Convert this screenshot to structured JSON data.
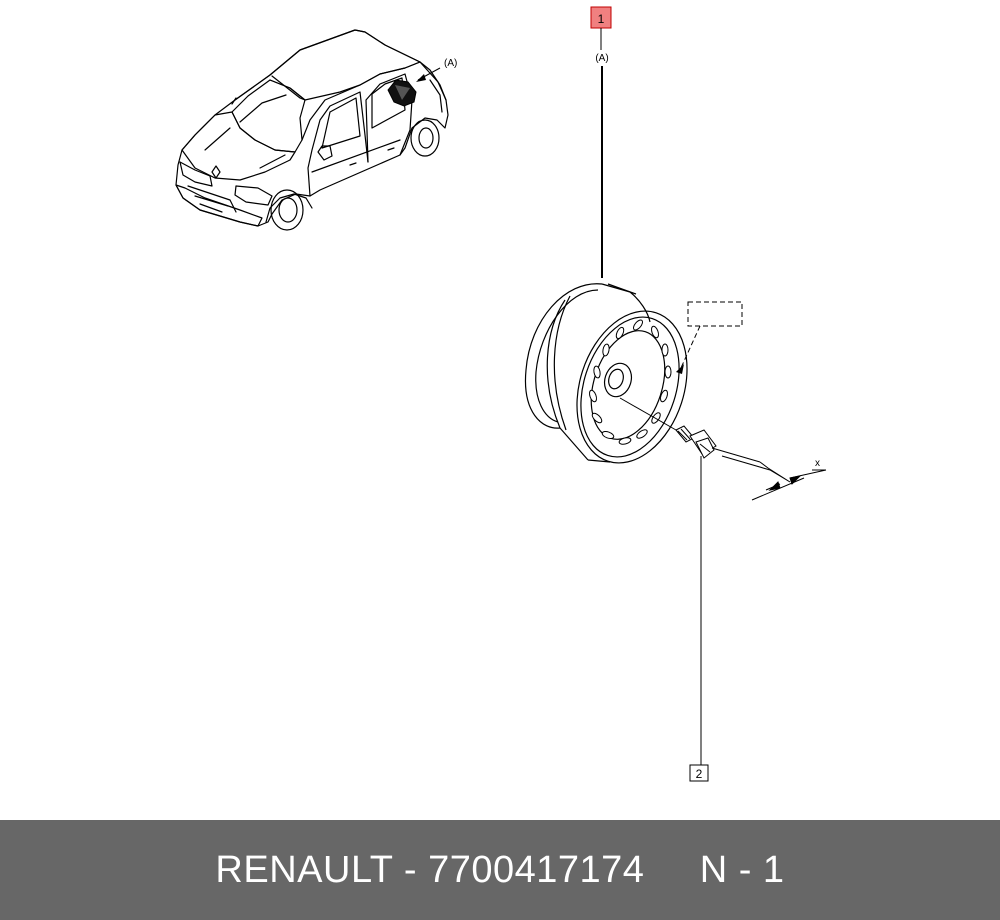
{
  "diagram": {
    "view_label": "(A)",
    "callout_1": {
      "number": "1",
      "highlight_color": "#f08080",
      "view_label": "(A)"
    },
    "callout_2": {
      "number": "2"
    },
    "dimension_label": "x"
  },
  "footer": {
    "brand": "RENAULT",
    "separator": " - ",
    "part_number": "7700417174",
    "gap": "     ",
    "page_ref": "N - 1",
    "background_color": "#676767"
  }
}
